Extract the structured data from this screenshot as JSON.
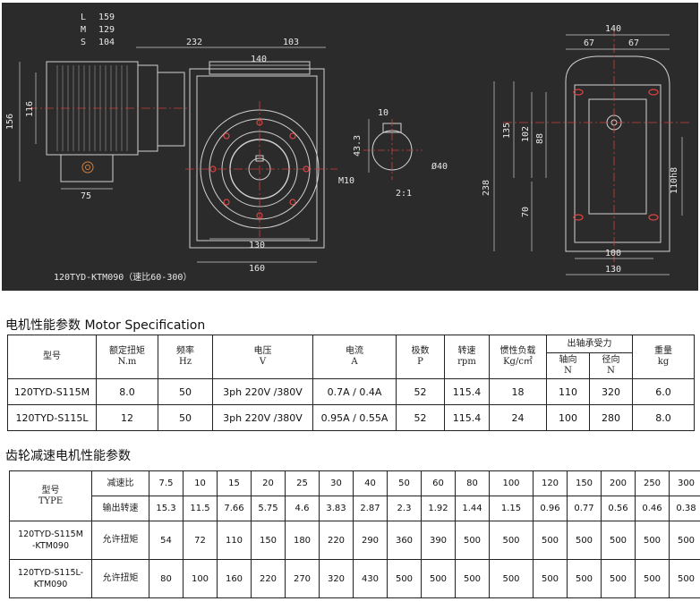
{
  "drawing": {
    "code_table": [
      [
        "L",
        "159"
      ],
      [
        "M",
        "129"
      ],
      [
        "S",
        "104"
      ]
    ],
    "dims_left": {
      "top_232": "232",
      "top_103": "103",
      "d140": "140",
      "h156": "156",
      "h116": "116",
      "w75": "75",
      "w130": "130",
      "w160": "160",
      "m10": "M10"
    },
    "shaft": {
      "d10": "10",
      "h43_3": "43.3",
      "phi40": "Ø40",
      "ratio": "2:1"
    },
    "dims_right": {
      "w140": "140",
      "w67a": "67",
      "w67b": "67",
      "h238": "238",
      "h135": "135",
      "h102": "102",
      "h88": "88",
      "h70": "70",
      "h110h8": "110h8",
      "w100": "100",
      "w130": "130"
    },
    "caption": "120TYD-KTM090（速比60-300）"
  },
  "motor_spec": {
    "title": "电机性能参数 Motor Specification",
    "headers": {
      "model": "型号",
      "torque": "额定扭矩",
      "torque_unit": "N.m",
      "freq": "频率",
      "freq_unit": "Hz",
      "voltage": "电压",
      "voltage_unit": "V",
      "current": "电流",
      "current_unit": "A",
      "poles": "极数",
      "poles_unit": "P",
      "speed": "转速",
      "speed_unit": "rpm",
      "inertia": "惯性负载",
      "inertia_unit": "Kg/c㎡",
      "shaft_force": "出轴承受力",
      "axial": "轴向",
      "axial_unit": "N",
      "radial": "径向",
      "radial_unit": "N",
      "weight": "重量",
      "weight_unit": "kg"
    },
    "rows": [
      [
        "120TYD-S115M",
        "8.0",
        "50",
        "3ph 220V /380V",
        "0.7A / 0.4A",
        "52",
        "115.4",
        "18",
        "110",
        "320",
        "6.0"
      ],
      [
        "120TYD-S115L",
        "12",
        "50",
        "3ph 220V /380V",
        "0.95A / 0.55A",
        "52",
        "115.4",
        "24",
        "100",
        "280",
        "8.0"
      ]
    ]
  },
  "gear_spec": {
    "title": "齿轮减速电机性能参数",
    "model_label": "型号",
    "type_label": "TYPE",
    "ratio_label": "减速比",
    "speed_label": "输出转速",
    "ratios": [
      "7.5",
      "10",
      "15",
      "20",
      "25",
      "30",
      "40",
      "50",
      "60",
      "80",
      "100",
      "120",
      "150",
      "200",
      "250",
      "300"
    ],
    "speeds": [
      "15.3",
      "11.5",
      "7.66",
      "5.75",
      "4.6",
      "3.83",
      "2.87",
      "2.3",
      "1.92",
      "1.44",
      "1.15",
      "0.96",
      "0.77",
      "0.56",
      "0.46",
      "0.38"
    ],
    "rows": [
      {
        "model_line1": "120TYD-S115M",
        "model_line2": "-KTM090",
        "label": "允许扭矩",
        "values": [
          "54",
          "72",
          "110",
          "150",
          "180",
          "220",
          "290",
          "360",
          "390",
          "500",
          "500",
          "500",
          "500",
          "500",
          "500",
          "500"
        ]
      },
      {
        "model_line1": "120TYD-S115L-",
        "model_line2": "KTM090",
        "label": "允许扭矩",
        "values": [
          "80",
          "100",
          "160",
          "220",
          "270",
          "320",
          "430",
          "500",
          "500",
          "500",
          "500",
          "500",
          "500",
          "500",
          "500",
          "500"
        ]
      }
    ]
  }
}
